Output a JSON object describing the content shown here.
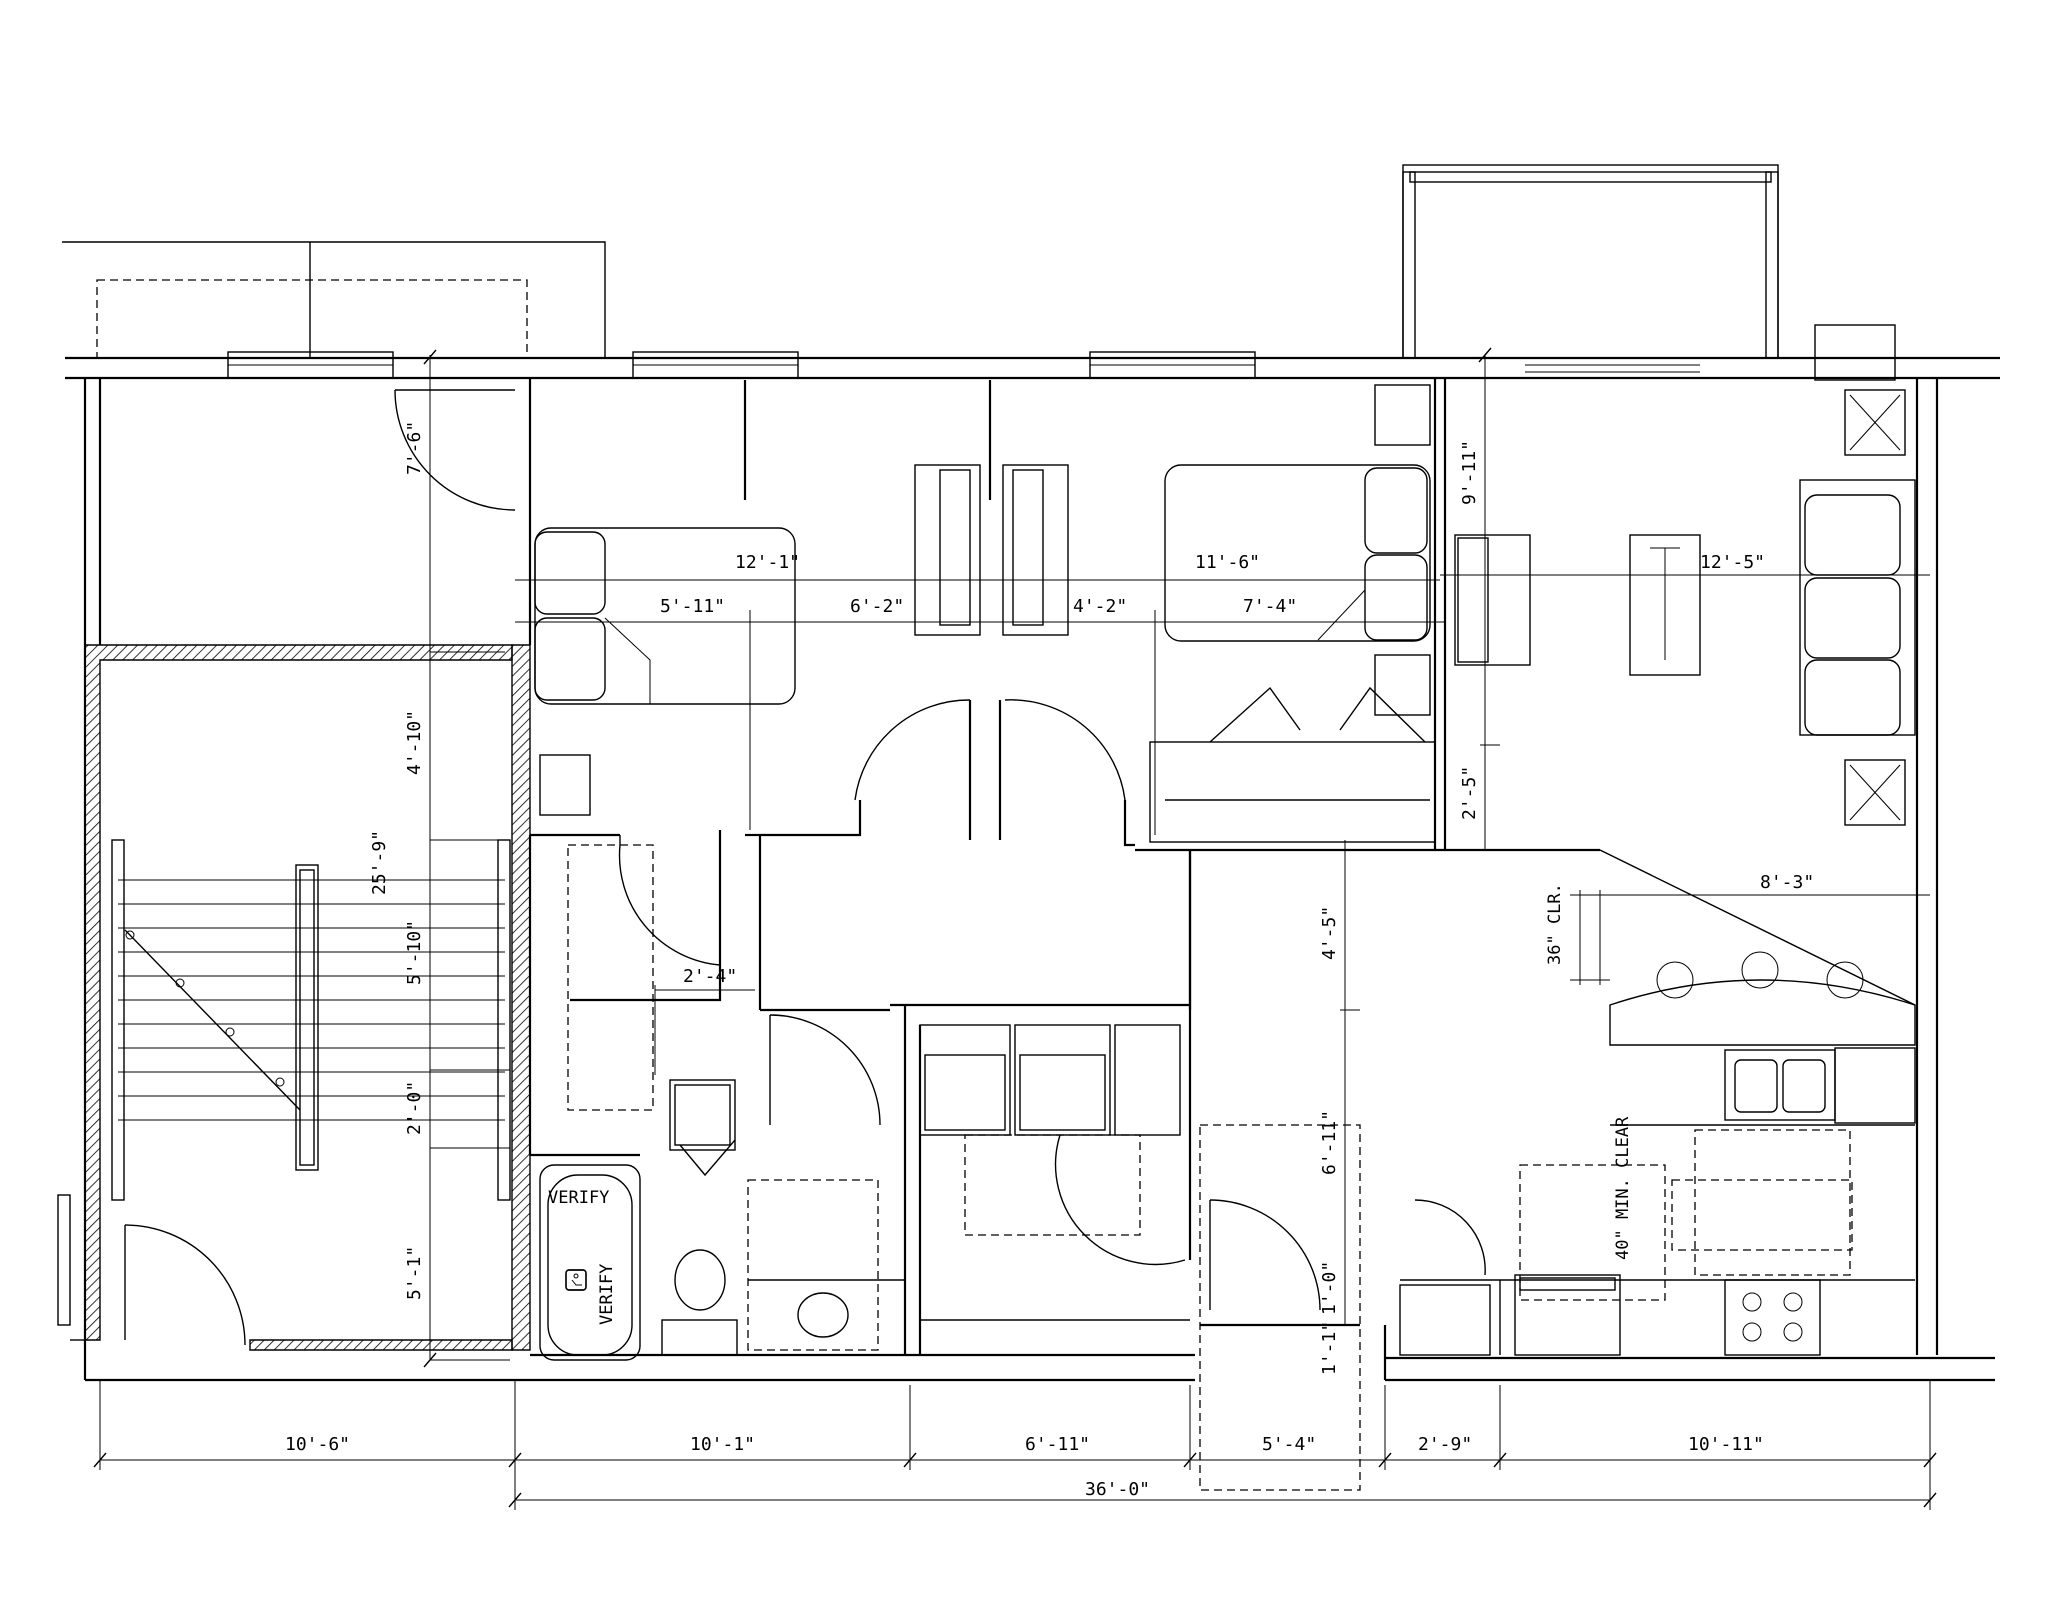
{
  "dimensions": {
    "bed1_width": "12'-1\"",
    "bed1_inner": "5'-11\"",
    "closet_gap": "6'-2\"",
    "closet_gap_right": "4'-2\"",
    "bed2_width": "11'-6\"",
    "bed2_inner": "7'-4\"",
    "living_width": "12'-5\"",
    "bed1_top_height": "7'-6\"",
    "living_top_height": "9'-11\"",
    "column_height_1": "4'-10\"",
    "total_height": "25'-9\"",
    "column_height_2": "5'-10\"",
    "column_height_3": "2'-0\"",
    "column_height_4": "5'-1\"",
    "closet_depth": "2'-5\"",
    "hall_height_1": "4'-5\"",
    "hall_height_2": "6'-11\"",
    "hall_small_1": "1'-0\"",
    "hall_small_2": "1'-1\"",
    "bath_door": "2'-4\"",
    "island_width": "8'-3\"",
    "bottom_1": "10'-6\"",
    "bottom_2": "10'-1\"",
    "bottom_3": "6'-11\"",
    "bottom_4": "5'-4\"",
    "bottom_5": "2'-9\"",
    "bottom_6": "10'-11\"",
    "bottom_total": "36'-0\""
  },
  "labels": {
    "clearance_36": "36\" CLR.",
    "clearance_40": "40\" MIN. CLEAR",
    "verify_top": "VERIFY",
    "verify_side": "VERIFY"
  },
  "icons": {
    "accessible": "wheelchair-icon"
  }
}
